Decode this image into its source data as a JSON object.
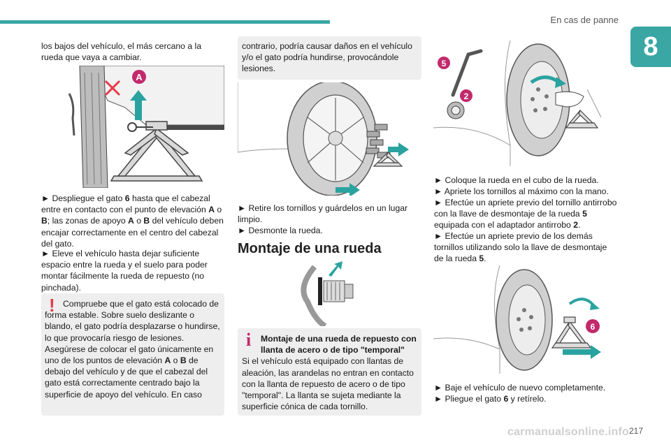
{
  "header": {
    "section_title": "En cas de panne",
    "chapter_number": "8"
  },
  "footer": {
    "page_number": "217",
    "watermark": "carmanualsonline.info"
  },
  "col1": {
    "intro": "los bajos del vehículo, el más cercano a la rueda que vaya a cambiar.",
    "figure_label": "A",
    "steps": [
      [
        "► Despliegue el gato ",
        "6",
        " hasta que el cabezal entre en contacto con el punto de elevación ",
        "A",
        " o ",
        "B",
        "; las zonas de apoyo ",
        "A",
        " o ",
        "B",
        " del vehículo deben encajar correctamente en el centro del cabezal del gato."
      ],
      [
        "► Eleve el vehículo hasta dejar suficiente espacio entre la rueda y el suelo para poder montar fácilmente la rueda de repuesto (no pinchada)."
      ]
    ],
    "warning": {
      "icon": "!",
      "text1": "Compruebe que el gato está colocado de forma estable. Sobre suelo deslizante o blando, el gato podría desplazarse o hundirse, lo que provocaría riesgo de lesiones.",
      "text2a": "Asegúrese de colocar el gato únicamente en uno de los puntos de elevación ",
      "A": "A",
      "o": " o ",
      "B": "B",
      "text2b": " de debajo del vehículo y de que el cabezal del gato está correctamente centrado bajo la superficie de apoyo del vehículo. En caso"
    }
  },
  "col2": {
    "cont": "contrario, podría causar daños en el vehículo y/o el gato podría hundirse, provocándole lesiones.",
    "steps": [
      "► Retire los tornillos y guárdelos en un lugar limpio.",
      "► Desmonte la rueda."
    ],
    "heading": "Montaje de una rueda",
    "info": {
      "icon": "i",
      "title": "Montaje de una rueda de repuesto con llanta de acero o de tipo \"temporal\"",
      "text": "Si el vehículo está equipado con llantas de aleación, las arandelas no entran en contacto con la llanta de repuesto de acero o de tipo \"temporal\". La llanta se sujeta mediante la superficie cónica de cada tornillo."
    }
  },
  "col3": {
    "figure_labels": [
      "5",
      "2"
    ],
    "steps": [
      [
        "► Coloque la rueda en el cubo de la rueda."
      ],
      [
        "► Apriete los tornillos al máximo con la mano."
      ],
      [
        "► Efectúe un apriete previo del tornillo antirrobo con la llave de desmontaje de la rueda ",
        "5",
        " equipada con el adaptador antirrobo ",
        "2",
        "."
      ],
      [
        "► Efectúe un apriete previo de los demás tornillos utilizando solo la llave de desmontaje de la rueda ",
        "5",
        "."
      ]
    ],
    "figure2_label": "6",
    "final_steps": [
      [
        "► Baje el vehículo de nuevo completamente."
      ],
      [
        "► Pliegue el gato ",
        "6",
        " y retírelo."
      ]
    ]
  },
  "colors": {
    "accent": "#3aa7a5",
    "warning": "#e63a4a",
    "info": "#c22a6c",
    "arrow": "#2aa3a0",
    "box_bg": "#eeeeee"
  }
}
